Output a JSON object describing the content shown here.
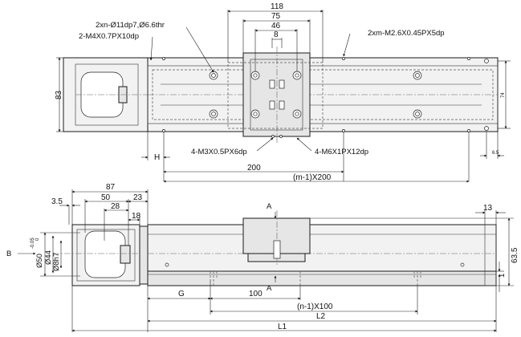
{
  "top_view": {
    "dims": {
      "d118": "118",
      "d75": "75",
      "d46": "46",
      "d8": "8",
      "d83": "83",
      "d74": "74",
      "d6_5": "6.5",
      "dH": "H",
      "d200": "200",
      "dpitch": "(m-1)X200"
    },
    "callouts": {
      "holes_counterbore": "2xn-Ø11dp7,Ø6.6thr",
      "m4_tap": "2-M4X0.7PX10dp",
      "m2_6_tap": "2xm-M2.6X0.45PX5dp",
      "m3_tap": "4-M3X0.5PX6dp",
      "m6_tap": "4-M6X1PX12dp"
    }
  },
  "front_view": {
    "dims": {
      "d87": "87",
      "d50": "50",
      "d23": "23",
      "d28": "28",
      "d18": "18",
      "d3_5": "3.5",
      "d13": "13",
      "d63_5": "63.5",
      "d1": "1",
      "d50dia": "Ø50",
      "d50tol": "-0.05",
      "d50tol2": "0",
      "d44": "Ø44",
      "d8h7": "Ø8h7",
      "dG": "G",
      "d100": "100",
      "dpitch100": "(n-1)X100",
      "dL2": "L2",
      "dL1": "L1",
      "section_a": "A",
      "section_a2": "A",
      "view_b": "B"
    }
  }
}
